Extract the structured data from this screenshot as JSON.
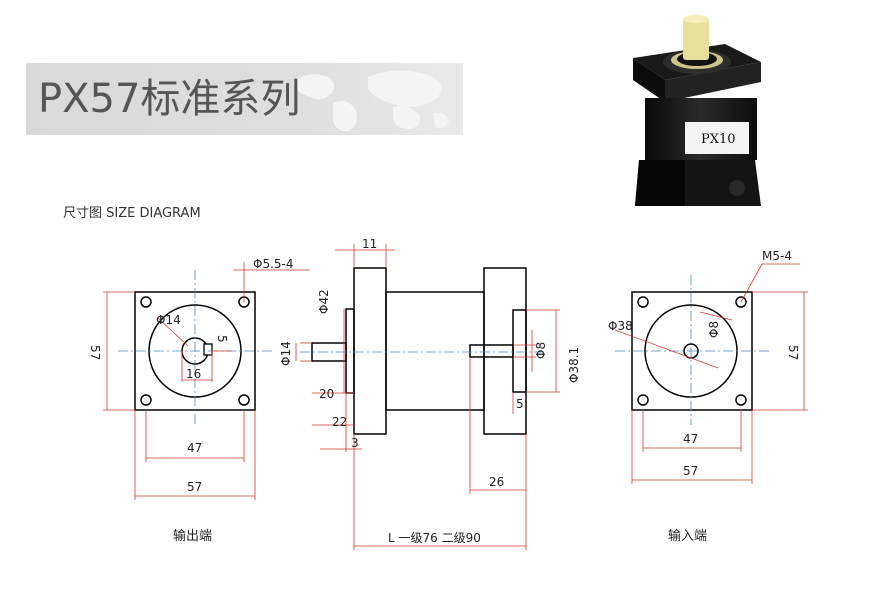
{
  "header": {
    "title": "PX57标准系列",
    "subtitle": "尺寸图 SIZE DIAGRAM"
  },
  "product": {
    "label": "PX10"
  },
  "dimensions": {
    "out_hole": "Φ5.5-4",
    "out_bore": "Φ14",
    "out_key_w": "5",
    "out_key_h": "16",
    "side_57": "57",
    "pcd_47": "47",
    "width_57": "57",
    "flange_11": "11",
    "phi42": "Φ42",
    "phi14": "Φ14",
    "d20": "20",
    "d22": "22",
    "d3": "3",
    "phi8_in": "Φ8",
    "phi381": "Φ38.1",
    "d5": "5",
    "d26": "26",
    "length": "L 一级76 二级90",
    "in_thread": "M5-4",
    "in_phi38": "Φ38",
    "in_phi8": "Φ8",
    "in_side_57": "57",
    "in_pcd_47": "47",
    "in_width_57": "57"
  },
  "captions": {
    "output": "输出端",
    "input": "输入端"
  },
  "colors": {
    "line": "#000000",
    "dim": "#d23a2a",
    "center": "#4a86c8"
  }
}
